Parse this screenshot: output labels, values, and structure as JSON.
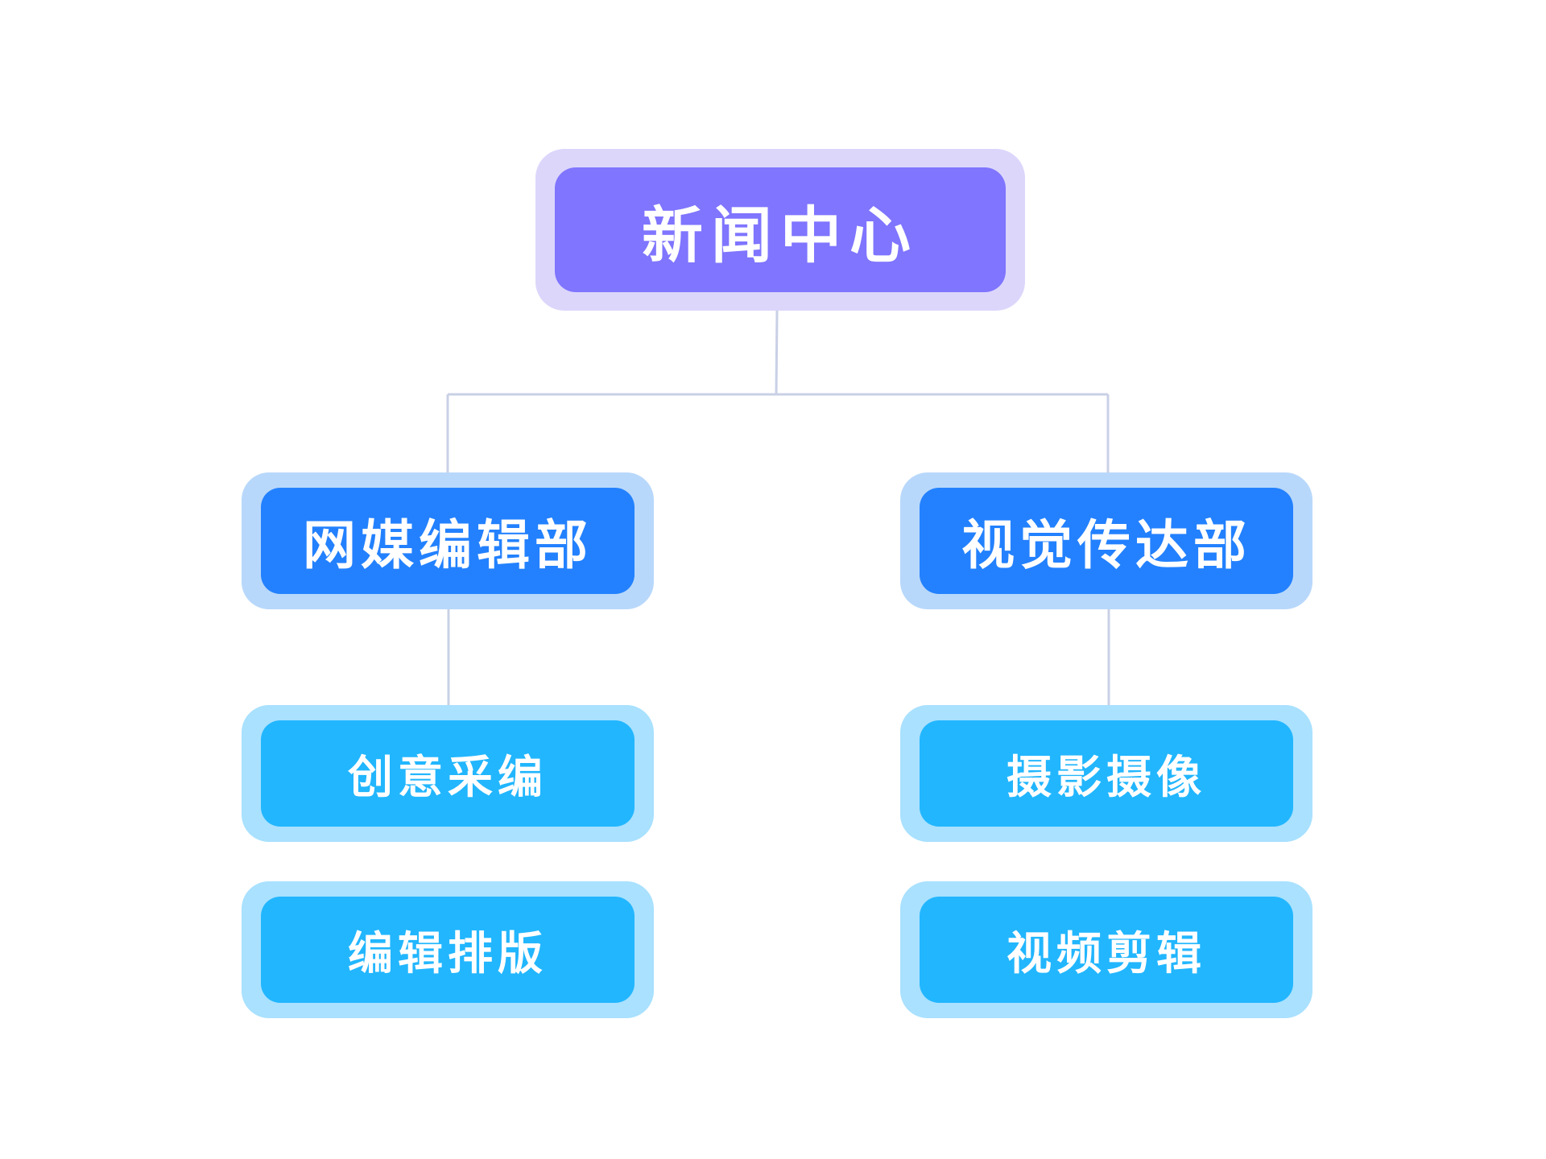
{
  "diagram": {
    "root": {
      "label": "新闻中心"
    },
    "departments": [
      {
        "label": "网媒编辑部",
        "children": [
          {
            "label": "创意采编"
          },
          {
            "label": "编辑排版"
          }
        ]
      },
      {
        "label": "视觉传达部",
        "children": [
          {
            "label": "摄影摄像"
          },
          {
            "label": "视频剪辑"
          }
        ]
      }
    ]
  },
  "colors": {
    "root_fill": "#7f75ff",
    "root_border": "#dcd6fb",
    "department_fill": "#2381ff",
    "department_border": "#b8d8fb",
    "unit_fill": "#22b6ff",
    "unit_border": "#a9e1ff",
    "connector": "#c9d0e6",
    "text": "#ffffff"
  }
}
